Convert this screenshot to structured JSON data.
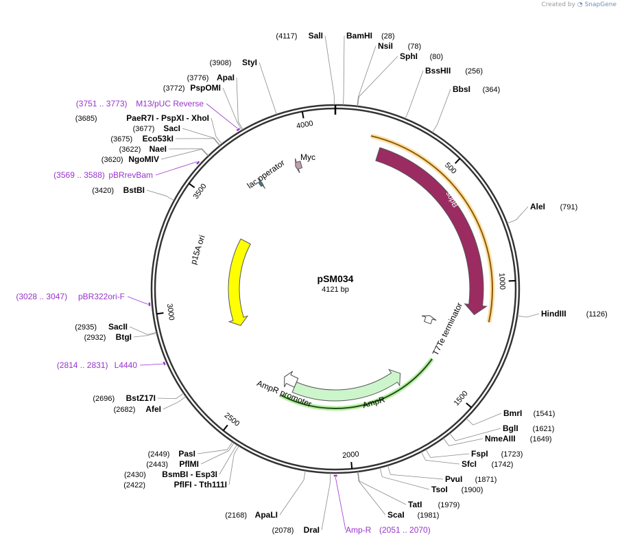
{
  "credit": {
    "prefix": "Created by",
    "brand": "SnapGene"
  },
  "plasmid": {
    "name": "pSM034",
    "length": 4121,
    "length_label": "4121 bp"
  },
  "ticks": [
    {
      "pos": 500,
      "label": "500"
    },
    {
      "pos": 1000,
      "label": "1000"
    },
    {
      "pos": 1500,
      "label": "1500"
    },
    {
      "pos": 2000,
      "label": "2000"
    },
    {
      "pos": 2500,
      "label": "2500"
    },
    {
      "pos": 3000,
      "label": "3000"
    },
    {
      "pos": 3500,
      "label": "3500"
    },
    {
      "pos": 4000,
      "label": "4000"
    }
  ],
  "features": [
    {
      "name": "sopB",
      "type": "cds",
      "start": 200,
      "end": 1150,
      "color": "#9a2c61",
      "strand": 1
    },
    {
      "name": "p15A ori",
      "type": "origin",
      "start": 2850,
      "end": 3410,
      "color": "#ffff00",
      "strand": -1
    },
    {
      "name": "AmpR",
      "type": "cds",
      "start": 1630,
      "end": 2320,
      "color": "#ccf5cc",
      "strand": -1
    },
    {
      "name": "AmpR promoter",
      "type": "promoter",
      "start": 2320,
      "end": 2405,
      "color": "#ffffff",
      "strand": 1
    },
    {
      "name": "lac operator",
      "type": "misc",
      "start": 3710,
      "end": 3725,
      "color": "#3b7b8c",
      "strand": 1
    },
    {
      "name": "Myc",
      "type": "tag",
      "start": 3915,
      "end": 3945,
      "color": "#c29cb0",
      "strand": -1
    },
    {
      "name": "T7Te terminator",
      "type": "terminator",
      "start": 1210,
      "end": 1260,
      "color": "#ffffff",
      "strand": -1
    }
  ],
  "feature_labels": {
    "sopB": "sopB",
    "p15a": "p15A ori",
    "ampr": "AmpR",
    "ampr_promoter": "AmpR promoter",
    "lac_operator": "lac operator",
    "myc": "Myc",
    "t7te": "T7Te terminator"
  },
  "orange_span": {
    "start": 150,
    "end": 1170,
    "color": "#f5a623"
  },
  "green_span": {
    "start": 1440,
    "end": 2370,
    "color": "#2e7d32"
  },
  "sites": [
    {
      "name": "SalI",
      "pos": 4117,
      "pos_label": "(4117)",
      "side": "left"
    },
    {
      "name": "BamHI",
      "pos": 28,
      "pos_label": "(28)",
      "side": "right"
    },
    {
      "name": "NsiI",
      "pos": 78,
      "pos_label": "(78)",
      "side": "right"
    },
    {
      "name": "SphI",
      "pos": 80,
      "pos_label": "(80)",
      "side": "right"
    },
    {
      "name": "BssHII",
      "pos": 256,
      "pos_label": "(256)",
      "side": "right"
    },
    {
      "name": "BbsI",
      "pos": 364,
      "pos_label": "(364)",
      "side": "right"
    },
    {
      "name": "AleI",
      "pos": 791,
      "pos_label": "(791)",
      "side": "right"
    },
    {
      "name": "HindIII",
      "pos": 1126,
      "pos_label": "(1126)",
      "side": "right"
    },
    {
      "name": "BmrI",
      "pos": 1541,
      "pos_label": "(1541)",
      "side": "right"
    },
    {
      "name": "BglI",
      "pos": 1621,
      "pos_label": "(1621)",
      "side": "right"
    },
    {
      "name": "NmeAIII",
      "pos": 1649,
      "pos_label": "(1649)",
      "side": "right"
    },
    {
      "name": "FspI",
      "pos": 1723,
      "pos_label": "(1723)",
      "side": "right"
    },
    {
      "name": "SfcI",
      "pos": 1742,
      "pos_label": "(1742)",
      "side": "right"
    },
    {
      "name": "PvuI",
      "pos": 1871,
      "pos_label": "(1871)",
      "side": "right"
    },
    {
      "name": "TsoI",
      "pos": 1900,
      "pos_label": "(1900)",
      "side": "right"
    },
    {
      "name": "TatI",
      "pos": 1979,
      "pos_label": "(1979)",
      "side": "right"
    },
    {
      "name": "ScaI",
      "pos": 1981,
      "pos_label": "(1981)",
      "side": "right"
    },
    {
      "name": "DraI",
      "pos": 2078,
      "pos_label": "(2078)",
      "side": "left"
    },
    {
      "name": "ApaLI",
      "pos": 2168,
      "pos_label": "(2168)",
      "side": "left"
    },
    {
      "name": "PflFI - Tth111I",
      "pos": 2422,
      "pos_label": "(2422)",
      "side": "left"
    },
    {
      "name": "BsmBI - Esp3I",
      "pos": 2430,
      "pos_label": "(2430)",
      "side": "left"
    },
    {
      "name": "PflMI",
      "pos": 2443,
      "pos_label": "(2443)",
      "side": "left"
    },
    {
      "name": "PasI",
      "pos": 2449,
      "pos_label": "(2449)",
      "side": "left"
    },
    {
      "name": "AfeI",
      "pos": 2682,
      "pos_label": "(2682)",
      "side": "left"
    },
    {
      "name": "BstZ17I",
      "pos": 2696,
      "pos_label": "(2696)",
      "side": "left"
    },
    {
      "name": "BtgI",
      "pos": 2932,
      "pos_label": "(2932)",
      "side": "left"
    },
    {
      "name": "SacII",
      "pos": 2935,
      "pos_label": "(2935)",
      "side": "left"
    },
    {
      "name": "BstBI",
      "pos": 3420,
      "pos_label": "(3420)",
      "side": "left"
    },
    {
      "name": "NgoMIV",
      "pos": 3620,
      "pos_label": "(3620)",
      "side": "left"
    },
    {
      "name": "NaeI",
      "pos": 3622,
      "pos_label": "(3622)",
      "side": "left"
    },
    {
      "name": "Eco53kI",
      "pos": 3675,
      "pos_label": "(3675)",
      "side": "left"
    },
    {
      "name": "SacI",
      "pos": 3677,
      "pos_label": "(3677)",
      "side": "left"
    },
    {
      "name": "PaeR7I - PspXI - XhoI",
      "pos": 3685,
      "pos_label": "(3685)",
      "side": "left"
    },
    {
      "name": "PspOMI",
      "pos": 3772,
      "pos_label": "(3772)",
      "side": "left"
    },
    {
      "name": "ApaI",
      "pos": 3776,
      "pos_label": "(3776)",
      "side": "left"
    },
    {
      "name": "StyI",
      "pos": 3908,
      "pos_label": "(3908)",
      "side": "left"
    }
  ],
  "primers": [
    {
      "name": "M13/pUC Reverse",
      "range": "(3751 .. 3773)",
      "pos": 3762,
      "side": "left"
    },
    {
      "name": "pBRrevBam",
      "range": "(3569 .. 3588)",
      "pos": 3578,
      "side": "left"
    },
    {
      "name": "pBR322ori-F",
      "range": "(3028 .. 3047)",
      "pos": 3037,
      "side": "left"
    },
    {
      "name": "L4440",
      "range": "(2814 .. 2831)",
      "pos": 2822,
      "side": "left"
    },
    {
      "name": "Amp-R",
      "range": "(2051 .. 2070)",
      "pos": 2060,
      "side": "right"
    }
  ]
}
